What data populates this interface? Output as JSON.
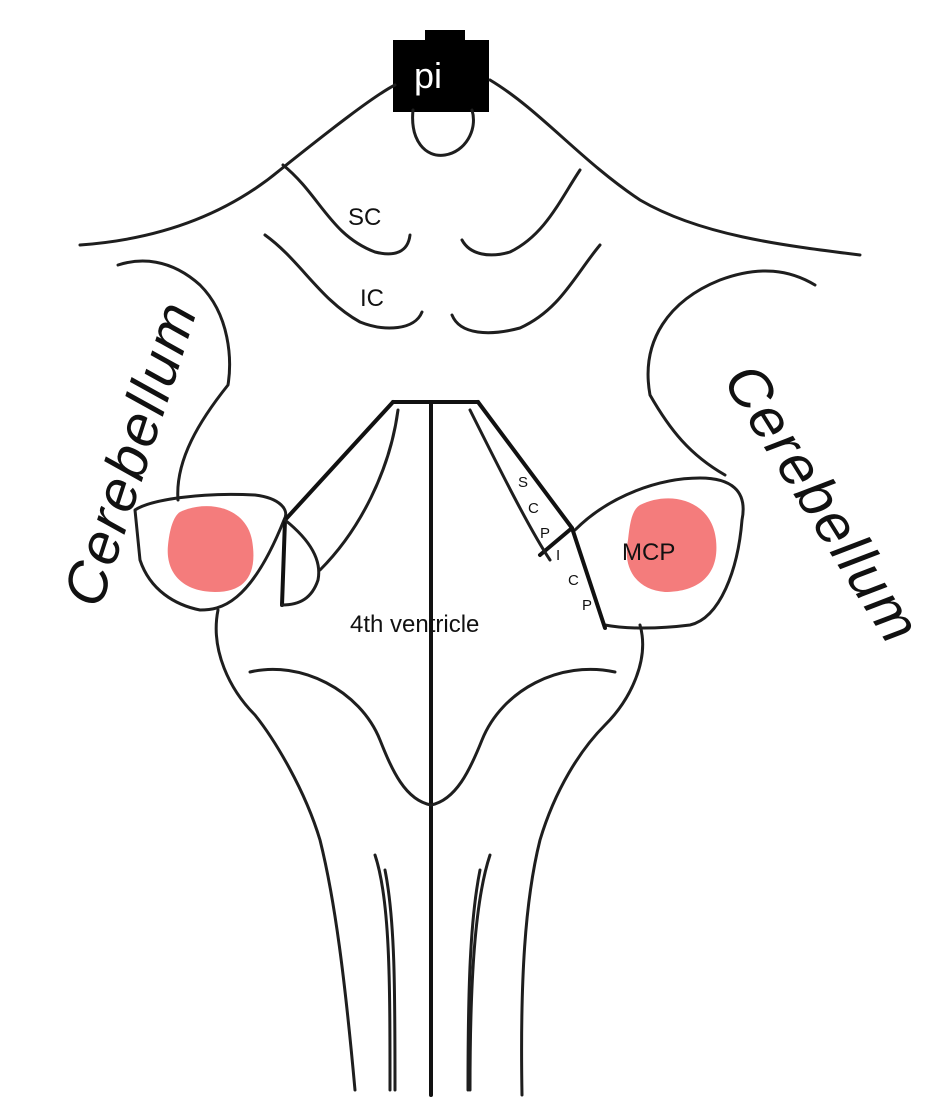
{
  "labels": {
    "pineal": "pi",
    "superior_colliculus": "SC",
    "inferior_colliculus": "IC",
    "cerebellum_left": "Cerebellum",
    "cerebellum_right": "Cerebellum",
    "fourth_ventricle": "4th ventricle",
    "middle_cerebellar_peduncle": "MCP",
    "scp_letters": [
      "S",
      "C",
      "P"
    ],
    "icp_letters": [
      "I",
      "C",
      "P"
    ]
  },
  "colors": {
    "highlight": "#f47c7c",
    "line": "#1e1e1e",
    "label_box": "#000000"
  }
}
